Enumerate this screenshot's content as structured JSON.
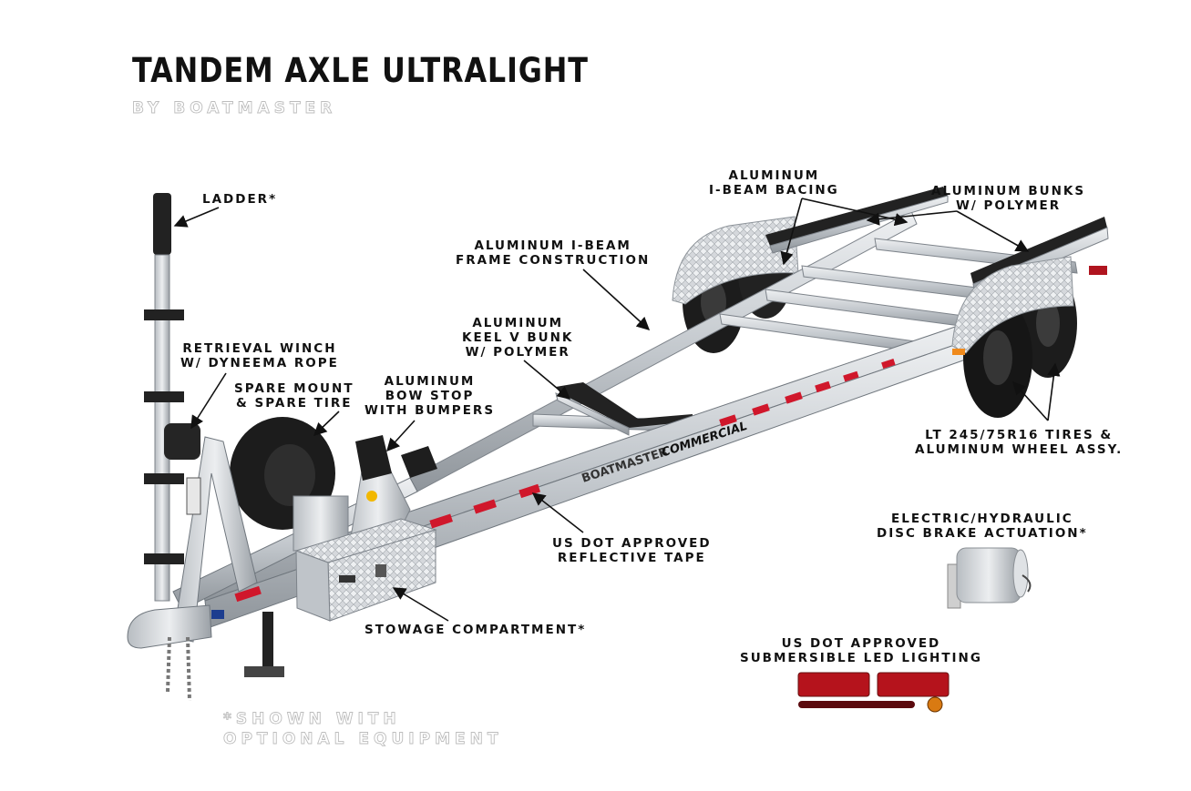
{
  "title": "TANDEM AXLE ULTRALIGHT",
  "subtitle": "BY BOATMASTER",
  "footnote": {
    "line1": "*SHOWN WITH",
    "line2": "OPTIONAL EQUIPMENT"
  },
  "trailer_decal": {
    "brand": "BOATMASTER",
    "model": "COMMERCIAL"
  },
  "callouts": {
    "ladder": {
      "line1": "LADDER*"
    },
    "ibeam_bracing": {
      "line1": "ALUMINUM",
      "line2": "I-BEAM BACING"
    },
    "bunks": {
      "line1": "ALUMINUM BUNKS",
      "line2": "W/ POLYMER"
    },
    "frame": {
      "line1": "ALUMINUM I-BEAM",
      "line2": "FRAME CONSTRUCTION"
    },
    "keel": {
      "line1": "ALUMINUM",
      "line2": "KEEL V BUNK",
      "line3": "W/ POLYMER"
    },
    "winch": {
      "line1": "RETRIEVAL WINCH",
      "line2": "W/ DYNEEMA ROPE"
    },
    "spare": {
      "line1": "SPARE MOUNT",
      "line2": "& SPARE TIRE"
    },
    "bowstop": {
      "line1": "ALUMINUM",
      "line2": "BOW STOP",
      "line3": "WITH BUMPERS"
    },
    "tires": {
      "line1": "LT 245/75R16 TIRES &",
      "line2": "ALUMINUM WHEEL ASSY."
    },
    "tape": {
      "line1": "US DOT APPROVED",
      "line2": "REFLECTIVE TAPE"
    },
    "brake": {
      "line1": "ELECTRIC/HYDRAULIC",
      "line2": "DISC BRAKE ACTUATION*"
    },
    "storage": {
      "line1": "STOWAGE COMPARTMENT*"
    },
    "lighting": {
      "line1": "US DOT APPROVED",
      "line2": "SUBMERSIBLE LED LIGHTING"
    }
  },
  "colors": {
    "aluminum": "#c9cdd1",
    "aluminum_dark": "#8e949a",
    "reflective_tape": "#d0172b",
    "tire": "#1c1c1c",
    "polymer": "#222222",
    "label": "#111111"
  }
}
